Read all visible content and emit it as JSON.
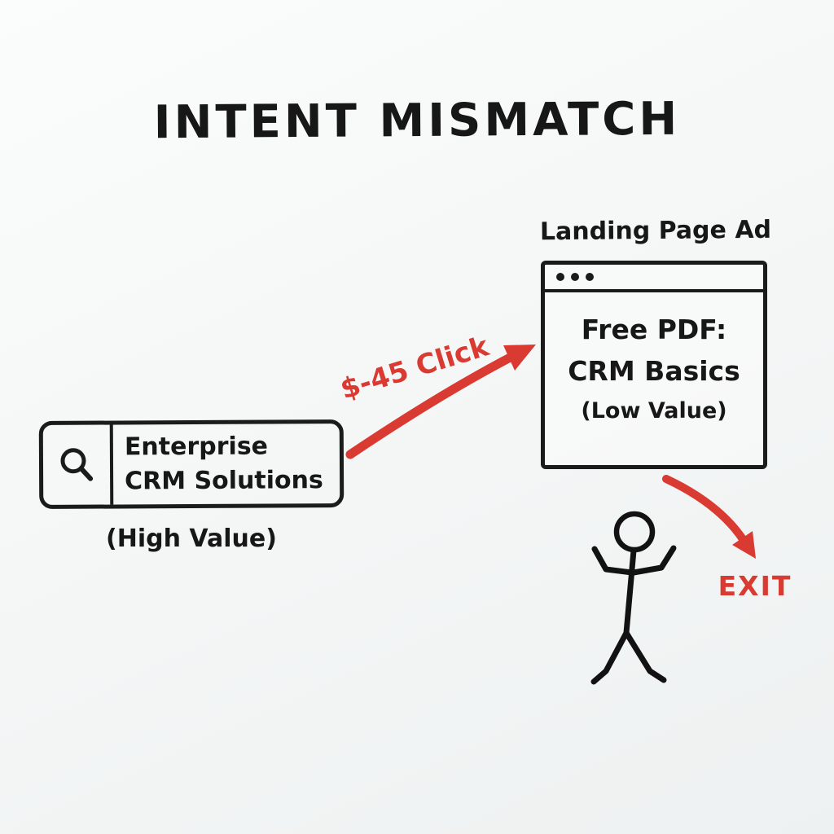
{
  "title": "INTENT MISMATCH",
  "colors": {
    "ink": "#1b1b1b",
    "accent_red": "#d93a32",
    "background": "#f5f7f7"
  },
  "search_box": {
    "icon": "magnifier-icon",
    "query_line1": "Enterprise",
    "query_line2": "CRM Solutions",
    "caption": "(High Value)"
  },
  "click_arrow": {
    "label": "$-45 Click"
  },
  "landing_page": {
    "label": "Landing Page Ad",
    "window_controls": "three-dots-icon",
    "line1": "Free PDF:",
    "line2": "CRM Basics",
    "line3": "(Low Value)"
  },
  "exit_arrow": {
    "label": "EXIT"
  },
  "figure": {
    "description": "shrugging stick figure walking away"
  }
}
